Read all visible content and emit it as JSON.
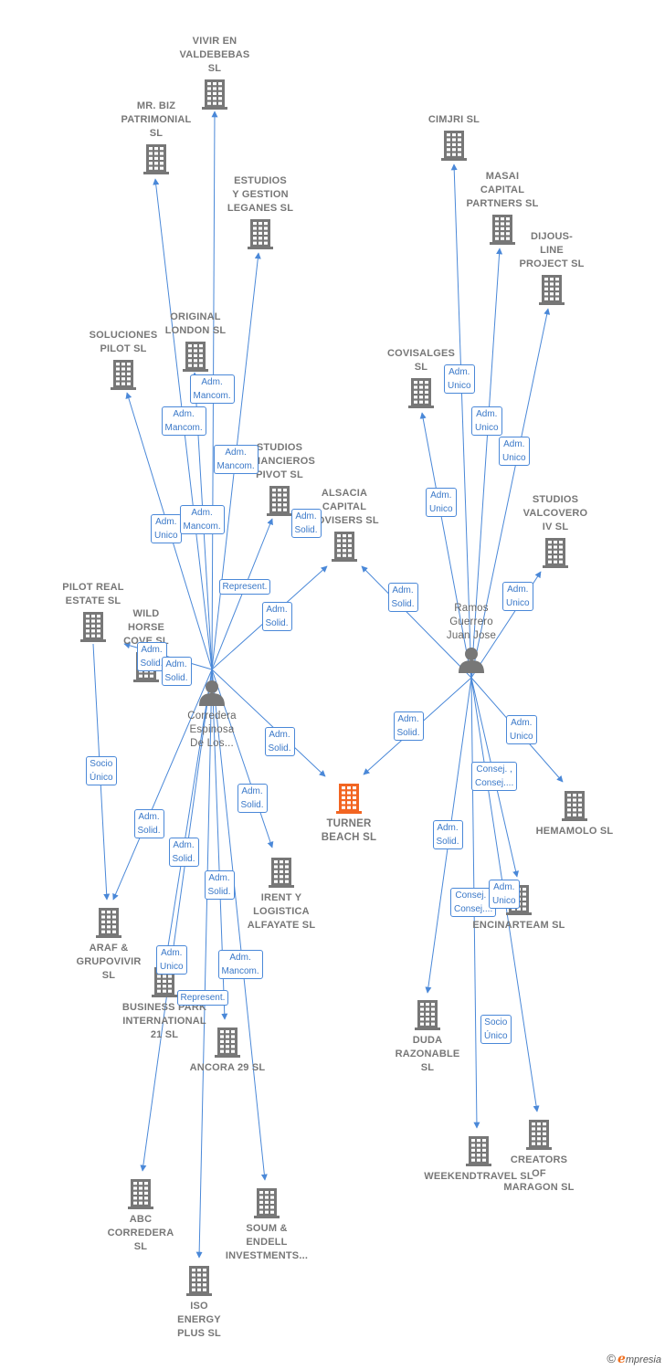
{
  "nodes": [
    {
      "id": "vivir",
      "type": "company",
      "label": [
        "VIVIR EN",
        "VALDEBEBAS",
        "SL"
      ],
      "labelPos": "above"
    },
    {
      "id": "mrbiz",
      "type": "company",
      "label": [
        "MR.  BIZ",
        "PATRIMONIAL",
        "SL"
      ],
      "labelPos": "above"
    },
    {
      "id": "estudios",
      "type": "company",
      "label": [
        "ESTUDIOS",
        "Y GESTION",
        "LEGANES  SL"
      ],
      "labelPos": "above"
    },
    {
      "id": "original",
      "type": "company",
      "label": [
        "ORIGINAL",
        "LONDON  SL"
      ],
      "labelPos": "above"
    },
    {
      "id": "soluciones",
      "type": "company",
      "label": [
        "SOLUCIONES",
        "PILOT SL"
      ],
      "labelPos": "above"
    },
    {
      "id": "studiosfin",
      "type": "company",
      "label": [
        "STUDIOS",
        "FINANCIEROS",
        "PIVOT  SL"
      ],
      "labelPos": "above"
    },
    {
      "id": "alsacia",
      "type": "company",
      "label": [
        "ALSACIA",
        "CAPITAL",
        "ADVISERS  SL"
      ],
      "labelPos": "above"
    },
    {
      "id": "pilotreal",
      "type": "company",
      "label": [
        "PILOT REAL",
        "ESTATE  SL"
      ],
      "labelPos": "above"
    },
    {
      "id": "wildhorse",
      "type": "company",
      "label": [
        "WILD",
        "HORSE",
        "COVE  SL"
      ],
      "labelPos": "above"
    },
    {
      "id": "cimjri",
      "type": "company",
      "label": [
        "CIMJRI  SL"
      ],
      "labelPos": "above"
    },
    {
      "id": "masai",
      "type": "company",
      "label": [
        "MASAI",
        "CAPITAL",
        "PARTNERS  SL"
      ],
      "labelPos": "above"
    },
    {
      "id": "dijous",
      "type": "company",
      "label": [
        "DIJOUS-",
        "LINE",
        "PROJECT  SL"
      ],
      "labelPos": "above"
    },
    {
      "id": "covisalges",
      "type": "company",
      "label": [
        "COVISALGES",
        "SL"
      ],
      "labelPos": "above"
    },
    {
      "id": "valcovero",
      "type": "company",
      "label": [
        "STUDIOS",
        "VALCOVERO",
        "IV  SL"
      ],
      "labelPos": "above"
    },
    {
      "id": "ramos",
      "type": "person",
      "label": [
        "Ramos",
        "Guerrero",
        "Juan Jose"
      ],
      "labelPos": "above"
    },
    {
      "id": "corredera",
      "type": "person",
      "label": [
        "Corredera",
        "Espinosa",
        "De Los..."
      ],
      "labelPos": "below"
    },
    {
      "id": "turner",
      "type": "focus",
      "label": [
        "TURNER",
        "BEACH  SL"
      ],
      "labelPos": "below"
    },
    {
      "id": "hemamolo",
      "type": "company",
      "label": [
        "HEMAMOLO SL"
      ],
      "labelPos": "below"
    },
    {
      "id": "encinarteam",
      "type": "company",
      "label": [
        "ENCINARTEAM SL"
      ],
      "labelPos": "below"
    },
    {
      "id": "irent",
      "type": "company",
      "label": [
        "IRENT Y",
        "LOGISTICA",
        "ALFAYATE  SL"
      ],
      "labelPos": "below"
    },
    {
      "id": "araf",
      "type": "company",
      "label": [
        "ARAF &",
        "GRUPOVIVIR",
        "SL"
      ],
      "labelPos": "below"
    },
    {
      "id": "business",
      "type": "company",
      "label": [
        "BUSINESS PARK",
        "INTERNATIONAL",
        "21  SL"
      ],
      "labelPos": "below"
    },
    {
      "id": "ancora",
      "type": "company",
      "label": [
        "ANCORA 29  SL"
      ],
      "labelPos": "below"
    },
    {
      "id": "duda",
      "type": "company",
      "label": [
        "DUDA",
        "RAZONABLE",
        "SL"
      ],
      "labelPos": "below"
    },
    {
      "id": "weekend",
      "type": "company",
      "label": [
        "WEEKENDTRAVEL SL"
      ],
      "labelPos": "below"
    },
    {
      "id": "creators",
      "type": "company",
      "label": [
        "CREATORS",
        "OF",
        "MARAGON  SL"
      ],
      "labelPos": "below"
    },
    {
      "id": "abc",
      "type": "company",
      "label": [
        "ABC",
        "CORREDERA",
        "SL"
      ],
      "labelPos": "below"
    },
    {
      "id": "soum",
      "type": "company",
      "label": [
        "SOUM &",
        "ENDELL",
        "INVESTMENTS..."
      ],
      "labelPos": "below"
    },
    {
      "id": "iso",
      "type": "company",
      "label": [
        "ISO",
        "ENERGY",
        "PLUS  SL"
      ],
      "labelPos": "below"
    }
  ],
  "edges": [
    {
      "from": "corredera",
      "to": "vivir"
    },
    {
      "from": "corredera",
      "to": "mrbiz"
    },
    {
      "from": "corredera",
      "to": "estudios"
    },
    {
      "from": "corredera",
      "to": "original"
    },
    {
      "from": "corredera",
      "to": "soluciones"
    },
    {
      "from": "corredera",
      "to": "studiosfin"
    },
    {
      "from": "corredera",
      "to": "alsacia"
    },
    {
      "from": "corredera",
      "to": "wildhorse"
    },
    {
      "from": "corredera",
      "to": "turner"
    },
    {
      "from": "corredera",
      "to": "irent"
    },
    {
      "from": "corredera",
      "to": "araf"
    },
    {
      "from": "corredera",
      "to": "business"
    },
    {
      "from": "corredera",
      "to": "ancora"
    },
    {
      "from": "corredera",
      "to": "abc"
    },
    {
      "from": "corredera",
      "to": "soum"
    },
    {
      "from": "corredera",
      "to": "iso"
    },
    {
      "from": "pilotreal",
      "to": "araf"
    },
    {
      "from": "ramos",
      "to": "cimjri"
    },
    {
      "from": "ramos",
      "to": "masai"
    },
    {
      "from": "ramos",
      "to": "dijous"
    },
    {
      "from": "ramos",
      "to": "covisalges"
    },
    {
      "from": "ramos",
      "to": "valcovero"
    },
    {
      "from": "ramos",
      "to": "alsacia"
    },
    {
      "from": "ramos",
      "to": "turner"
    },
    {
      "from": "ramos",
      "to": "hemamolo"
    },
    {
      "from": "ramos",
      "to": "encinarteam"
    },
    {
      "from": "ramos",
      "to": "duda"
    },
    {
      "from": "ramos",
      "to": "weekend"
    },
    {
      "from": "ramos",
      "to": "creators"
    }
  ],
  "edge_labels": [
    {
      "id": "l1",
      "text": [
        "Adm.",
        "Mancom."
      ]
    },
    {
      "id": "l2",
      "text": [
        "Adm.",
        "Mancom."
      ]
    },
    {
      "id": "l3",
      "text": [
        "Adm.",
        "Mancom."
      ]
    },
    {
      "id": "l4",
      "text": [
        "Adm.",
        "Unico"
      ]
    },
    {
      "id": "l5",
      "text": [
        "Adm.",
        "Mancom."
      ]
    },
    {
      "id": "l6",
      "text": [
        "Adm.",
        "Solid."
      ]
    },
    {
      "id": "l7",
      "text": [
        "Represent."
      ]
    },
    {
      "id": "l8",
      "text": [
        "Adm.",
        "Solid."
      ]
    },
    {
      "id": "l9",
      "text": [
        "Adm.",
        "Solid."
      ]
    },
    {
      "id": "l10",
      "text": [
        "Adm.",
        "Solid."
      ]
    },
    {
      "id": "l11",
      "text": [
        "Socio",
        "Único"
      ]
    },
    {
      "id": "l12",
      "text": [
        "Adm.",
        "Solid."
      ]
    },
    {
      "id": "l13",
      "text": [
        "Adm.",
        "Solid."
      ]
    },
    {
      "id": "l14",
      "text": [
        "Adm.",
        "Solid."
      ]
    },
    {
      "id": "l15",
      "text": [
        "Adm.",
        "Solid."
      ]
    },
    {
      "id": "l16",
      "text": [
        "Adm.",
        "Solid."
      ]
    },
    {
      "id": "l17",
      "text": [
        "Adm.",
        "Unico"
      ]
    },
    {
      "id": "l18",
      "text": [
        "Adm.",
        "Mancom."
      ]
    },
    {
      "id": "l19",
      "text": [
        "Represent."
      ]
    },
    {
      "id": "l20",
      "text": [
        "Adm.",
        "Unico"
      ]
    },
    {
      "id": "l21",
      "text": [
        "Adm.",
        "Unico"
      ]
    },
    {
      "id": "l22",
      "text": [
        "Adm.",
        "Unico"
      ]
    },
    {
      "id": "l23",
      "text": [
        "Adm.",
        "Unico"
      ]
    },
    {
      "id": "l24",
      "text": [
        "Adm.",
        "Solid."
      ]
    },
    {
      "id": "l25",
      "text": [
        "Adm.",
        "Unico"
      ]
    },
    {
      "id": "l26",
      "text": [
        "Adm.",
        "Solid."
      ]
    },
    {
      "id": "l27",
      "text": [
        "Adm.",
        "Unico"
      ]
    },
    {
      "id": "l28",
      "text": [
        "Consej. ,",
        "Consej...."
      ]
    },
    {
      "id": "l29",
      "text": [
        "Adm.",
        "Solid."
      ]
    },
    {
      "id": "l30",
      "text": [
        "Consej. ,",
        "Consej...."
      ]
    },
    {
      "id": "l31",
      "text": [
        "Adm.",
        "Unico"
      ]
    },
    {
      "id": "l32",
      "text": [
        "Socio",
        "Único"
      ]
    }
  ],
  "brand": {
    "copyright": "©",
    "logo_initial": "e",
    "logo_rest": "mpresia"
  },
  "colors": {
    "edge": "#4a88d8",
    "company": "#777777",
    "focus": "#f26522",
    "person": "#777777"
  }
}
